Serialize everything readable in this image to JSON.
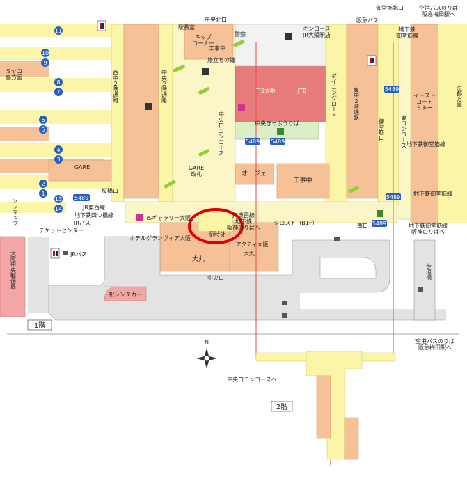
{
  "colors": {
    "background": "#ffffff",
    "corridor_yellow": "#fbf5a8",
    "concourse_cream": "#fbf6c8",
    "shop_orange": "#f6c197",
    "shop_pink": "#f3a7a5",
    "platform_white": "#f2f2f2",
    "road_gray": "#e3e3e3",
    "sidewalk_line": "#9a9a9a",
    "track_red": "#e84a4a",
    "circle_red": "#e00000",
    "escalator_green": "#8fcf3a",
    "platform_badge_blue": "#2a5fc0",
    "exit_badge_green": "#3a8a2a",
    "red_building": "#f0a0a0",
    "ts_osaka": "#e77b7b"
  },
  "icons": [
    "toilet-icon",
    "elevator-icon",
    "stairs-icon",
    "exit-icon",
    "bus-icon",
    "compass-icon",
    "platform-number-icon",
    "bus-number-icon"
  ],
  "floors": {
    "first": "1階",
    "second": "2階"
  },
  "compass": {
    "north": "N"
  },
  "labels": {
    "chuo_kitaguchi": "中央北口",
    "ekichoshitsu": "駅長室",
    "kippu_corner": "キップ\nコーナー",
    "keisatsu": "警察",
    "kiosk": "キンコーズ\nJR大阪駅店",
    "koji_chu_n": "工事中",
    "tabidachi": "旅立ちの鐘",
    "ts_osaka": "TiS大阪",
    "jtb": "JTB",
    "chuo_kippu": "中央きっぷうりば",
    "oje": "オージェ",
    "koji_chu_s": "工事中",
    "gare": "GARE",
    "gare_kaisatsu": "GARE\n改札",
    "sakurabashi": "桜橋口",
    "jr_tozai": "JR東西線",
    "yotsubashi": "地下鉄四つ橋線",
    "jr_bus": "JRバス",
    "ticket_center": "チケットセンター",
    "tis_gallery": "TiSギャラリー大阪",
    "hotel_granvia": "ホテルグランヴィア大阪",
    "eki_dokei": "駅時計",
    "jr_tozai_chika": "JR東西線\n地下鉄",
    "hanshin_umeda": "阪神のりばへ",
    "city_osaka": "アクティ大阪",
    "daimaru": "大丸",
    "daimaru2": "大丸",
    "crysta_b1": "クロスト（B1F）",
    "minamiguchi": "南口",
    "jr_bus2": "JRバス",
    "chuo_guchi": "中央口",
    "eki_rentacar": "駅レンタカー",
    "hodokyo": "歩道橋",
    "dining_road": "ダイニングロード",
    "higashi_naka2": "東中２階通路",
    "nishi_naka2": "西中２階通路",
    "chuo_naka2": "中央２階通路",
    "chuo_concourse": "中央口コンコース",
    "higashi_concourse": "東コンコース",
    "east_court": "イースト\nコート\nミトー",
    "midosuji_guchi": "御堂筋口",
    "midosuji_kitaguchi": "御堂筋北口",
    "hankyu_bus": "阪急バス",
    "chikatetsu_midosuji": "地下鉄\n御堂筋線",
    "kuko_bus": "空港バスのりば\n阪急梅田駅へ",
    "chikatetsu_midosuji2": "地下鉄御堂筋線",
    "chikatetsu_midosuji3": "地下鉄御堂筋線\n阪神のりばへ",
    "chikatetsu_midosuji4": "地下鉄御堂筋線",
    "miyakojima": "ミヤコ\n島方面",
    "kyoto_homen": "京都方面",
    "sofmap": "ソフマップ",
    "osaka_post": "大阪中央郵便局",
    "kuko_bus2": "空港バスのりば\n阪急梅田駅へ",
    "chuo_concourse_he": "中央口コンコースへ"
  },
  "platform_numbers": [
    "11",
    "10",
    "9",
    "8",
    "7",
    "6",
    "5",
    "4",
    "3",
    "2",
    "1"
  ],
  "exit_badges": [
    "5489",
    "5489",
    "5489",
    "5489",
    "5489",
    "5489"
  ],
  "bus_numbers": [
    "13",
    "14"
  ]
}
